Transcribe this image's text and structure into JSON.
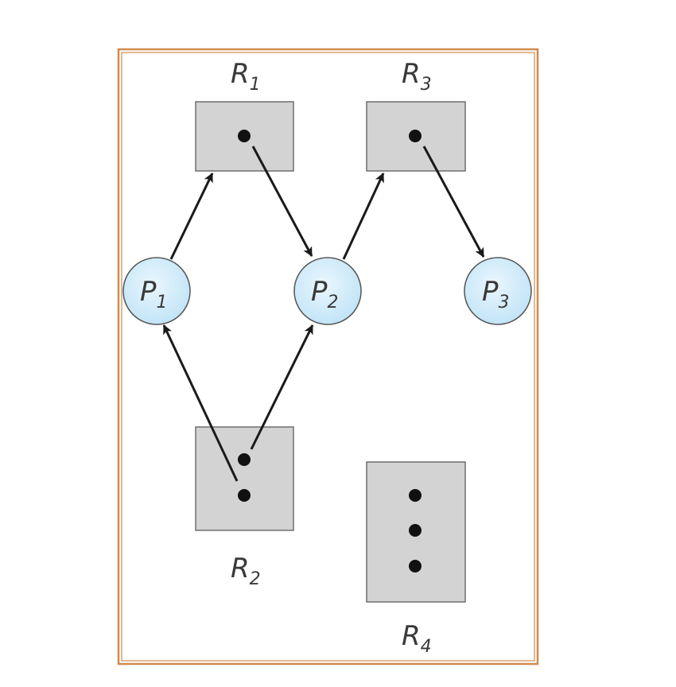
{
  "resources": [
    {
      "id": "R1",
      "label": "R",
      "sub": "1",
      "instances": 1
    },
    {
      "id": "R2",
      "label": "R",
      "sub": "2",
      "instances": 2
    },
    {
      "id": "R3",
      "label": "R",
      "sub": "3",
      "instances": 1
    },
    {
      "id": "R4",
      "label": "R",
      "sub": "4",
      "instances": 3
    }
  ],
  "processes": [
    {
      "id": "P1",
      "label": "P",
      "sub": "1"
    },
    {
      "id": "P2",
      "label": "P",
      "sub": "2"
    },
    {
      "id": "P3",
      "label": "P",
      "sub": "3"
    }
  ],
  "edges": [
    {
      "from": "P1",
      "to": "R1",
      "kind": "request"
    },
    {
      "from": "R1",
      "to": "P2",
      "kind": "assignment"
    },
    {
      "from": "P2",
      "to": "R3",
      "kind": "request"
    },
    {
      "from": "R3",
      "to": "P3",
      "kind": "assignment"
    },
    {
      "from": "R2",
      "to": "P1",
      "kind": "assignment"
    },
    {
      "from": "R2",
      "to": "P2",
      "kind": "assignment"
    }
  ],
  "colors": {
    "frame": "#d08a4e",
    "resource_fill": "#d3d3d3",
    "process_fill_center": "#eaf6fd",
    "process_fill_edge": "#bfe3f7",
    "edge": "#1a1a1a"
  }
}
